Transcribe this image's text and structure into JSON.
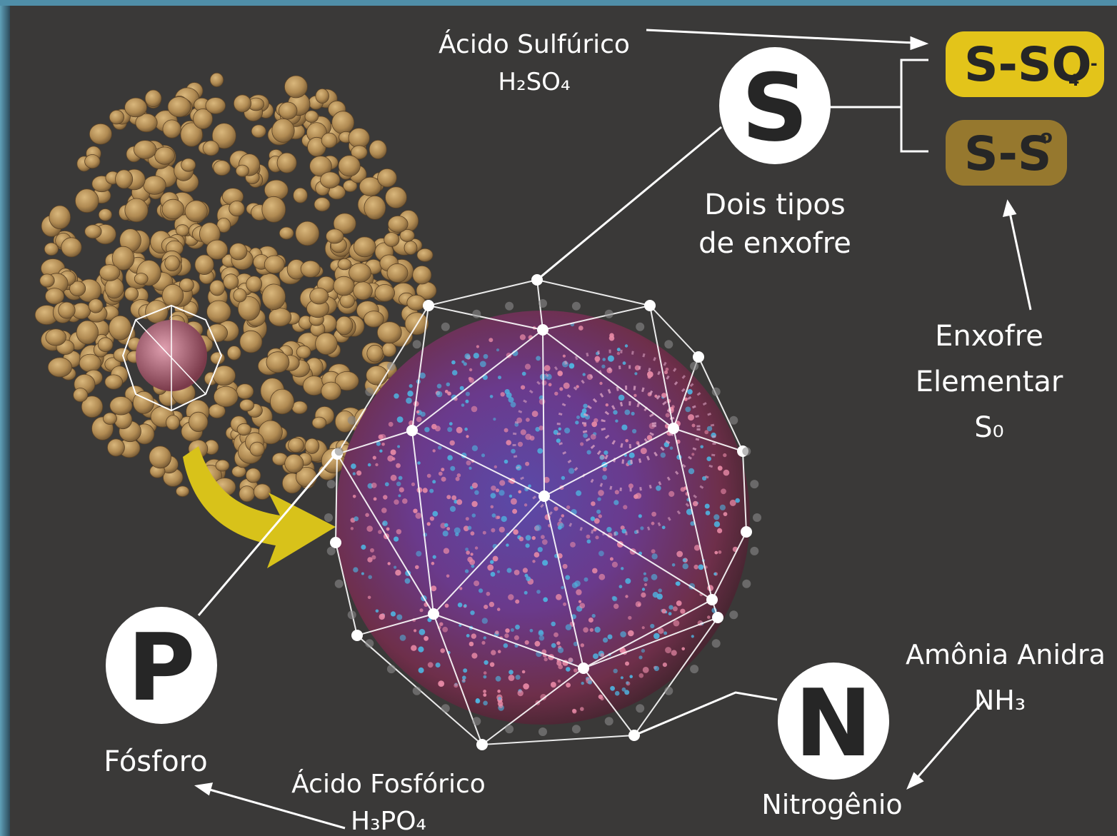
{
  "colors": {
    "background": "#3a3938",
    "granule": "#b08a52",
    "badge_sulfate": "#e3c41a",
    "badge_elemental": "#96782e",
    "arrow_yellow": "#d8c21a",
    "sphere_purple": "#6a3a8c",
    "dot_blue": "#4fb3e0",
    "dot_pink": "#e88aa6"
  },
  "labels": {
    "acido_sulfurico": "Ácido Sulfúrico",
    "acido_sulfurico_formula": "H₂SO₄",
    "dois_tipos_line1": "Dois tipos",
    "dois_tipos_line2": "de enxofre",
    "enxofre_line1": "Enxofre",
    "enxofre_line2": "Elementar",
    "enxofre_formula": "S₀",
    "amonia": "Amônia Anidra",
    "amonia_formula": "NH₃",
    "nitrogenio": "Nitrogênio",
    "acido_fosforico": "Ácido Fosfórico",
    "acido_fosforico_formula": "H₃PO₄",
    "fosforo": "Fósforo"
  },
  "circles": {
    "s": "S",
    "p": "P",
    "n": "N"
  },
  "badges": {
    "sulfate_main": "S-SO",
    "sulfate_sub": "4",
    "sulfate_sup": "2-",
    "elemental_main": "S-S",
    "elemental_sup": "o"
  }
}
